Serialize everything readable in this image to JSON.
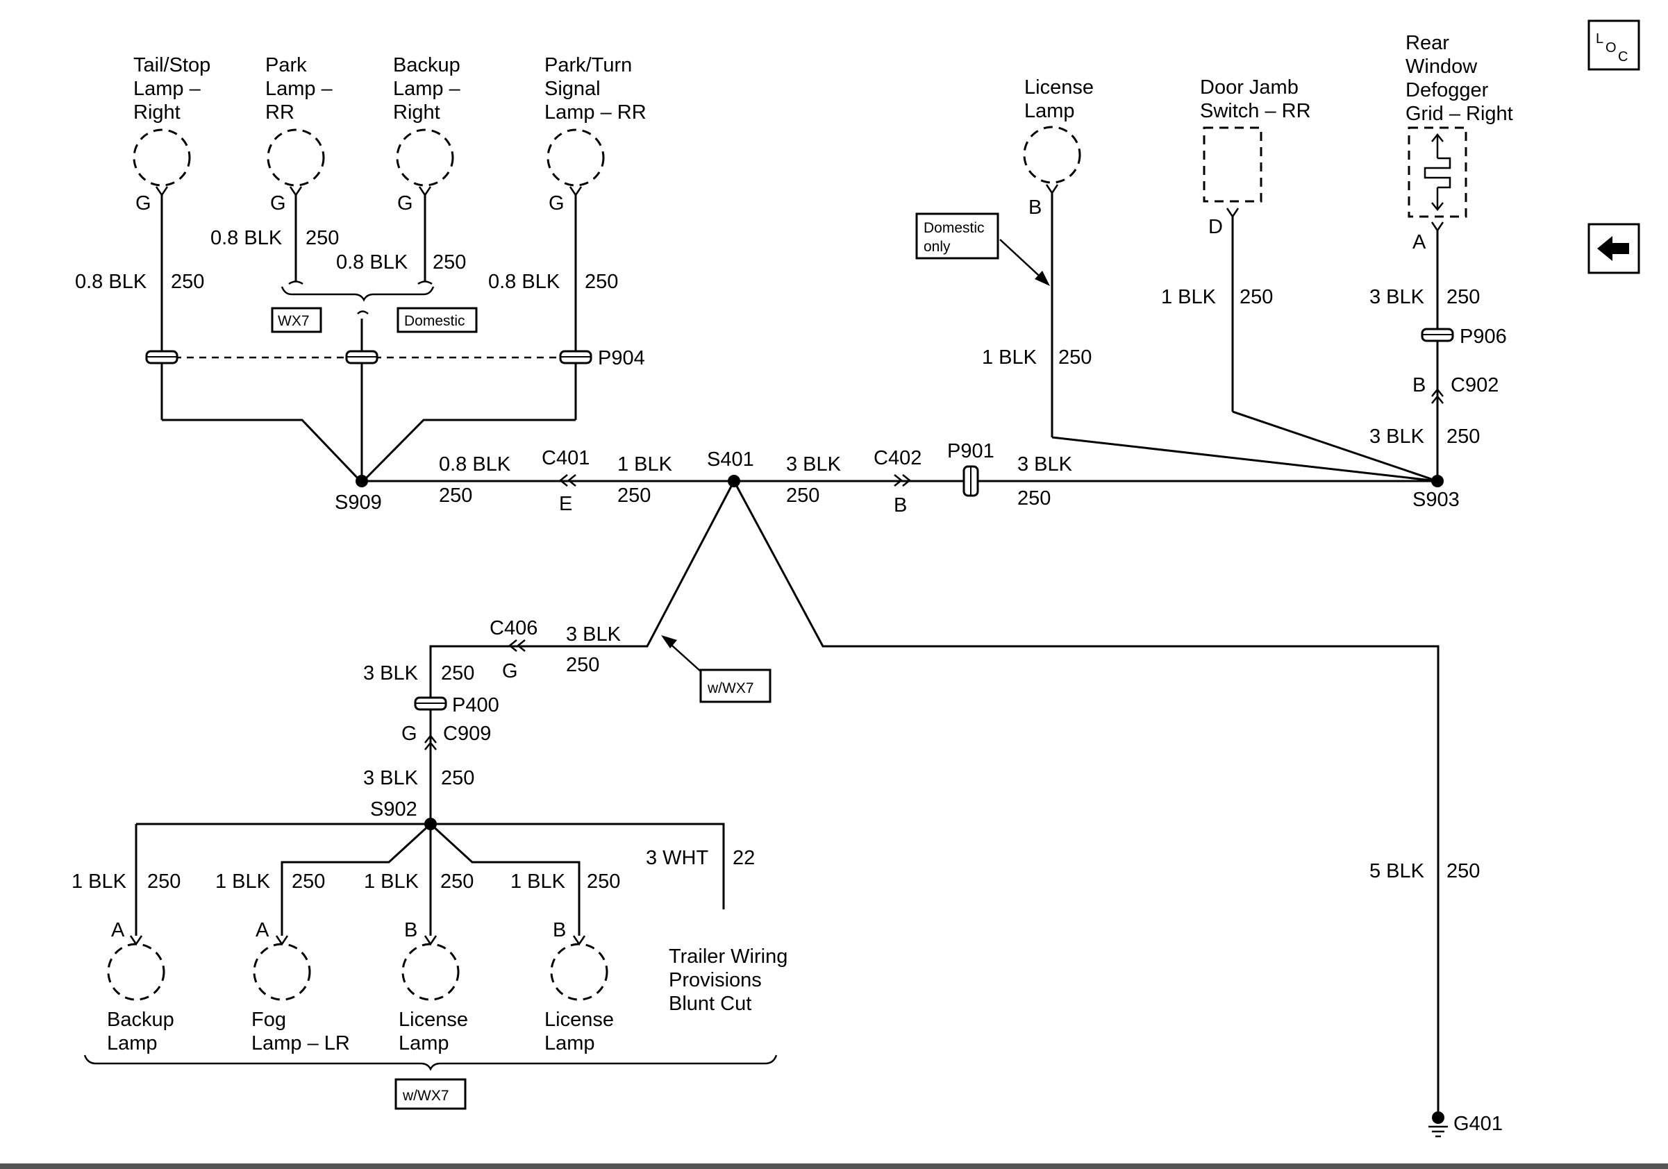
{
  "components_top": {
    "tail_stop_right": [
      "Tail/Stop",
      "Lamp –",
      "Right"
    ],
    "park_rr": [
      "Park",
      "Lamp –",
      "RR"
    ],
    "backup_right": [
      "Backup",
      "Lamp –",
      "Right"
    ],
    "park_turn_rr": [
      "Park/Turn",
      "Signal",
      "Lamp – RR"
    ],
    "license_lamp": [
      "License",
      "Lamp"
    ],
    "door_jamb_rr": [
      "Door Jamb",
      "Switch – RR"
    ],
    "rear_defogger": [
      "Rear",
      "Window",
      "Defogger",
      "Grid – Right"
    ]
  },
  "components_bottom": {
    "backup_lamp": [
      "Backup",
      "Lamp"
    ],
    "fog_lamp_lr": [
      "Fog",
      "Lamp – LR"
    ],
    "license_lamp_1": [
      "License",
      "Lamp"
    ],
    "license_lamp_2": [
      "License",
      "Lamp"
    ],
    "trailer": [
      "Trailer Wiring",
      "Provisions",
      "Blunt Cut"
    ]
  },
  "terminals": {
    "g": "G",
    "b": "B",
    "d": "D",
    "a": "A",
    "e": "E"
  },
  "wires": {
    "w08": "0.8 BLK",
    "w1": "1 BLK",
    "w3": "3 BLK",
    "w5": "5 BLK",
    "w3wht": "3 WHT",
    "c250": "250",
    "c22": "22"
  },
  "refs": {
    "p904": "P904",
    "p906": "P906",
    "p901": "P901",
    "p400": "P400",
    "c401": "C401",
    "c402": "C402",
    "c406": "C406",
    "c902": "C902",
    "c909": "C909",
    "s909": "S909",
    "s401": "S401",
    "s903": "S903",
    "s902": "S902",
    "g401": "G401"
  },
  "options": {
    "wx7": "WX7",
    "domestic": "Domestic",
    "domestic_only": [
      "Domestic",
      "only"
    ],
    "w_wx7": "w/WX7"
  },
  "nav": {
    "loc_l": "L",
    "loc_o": "O",
    "loc_c": "C",
    "back_arrow": "back-arrow-icon"
  }
}
